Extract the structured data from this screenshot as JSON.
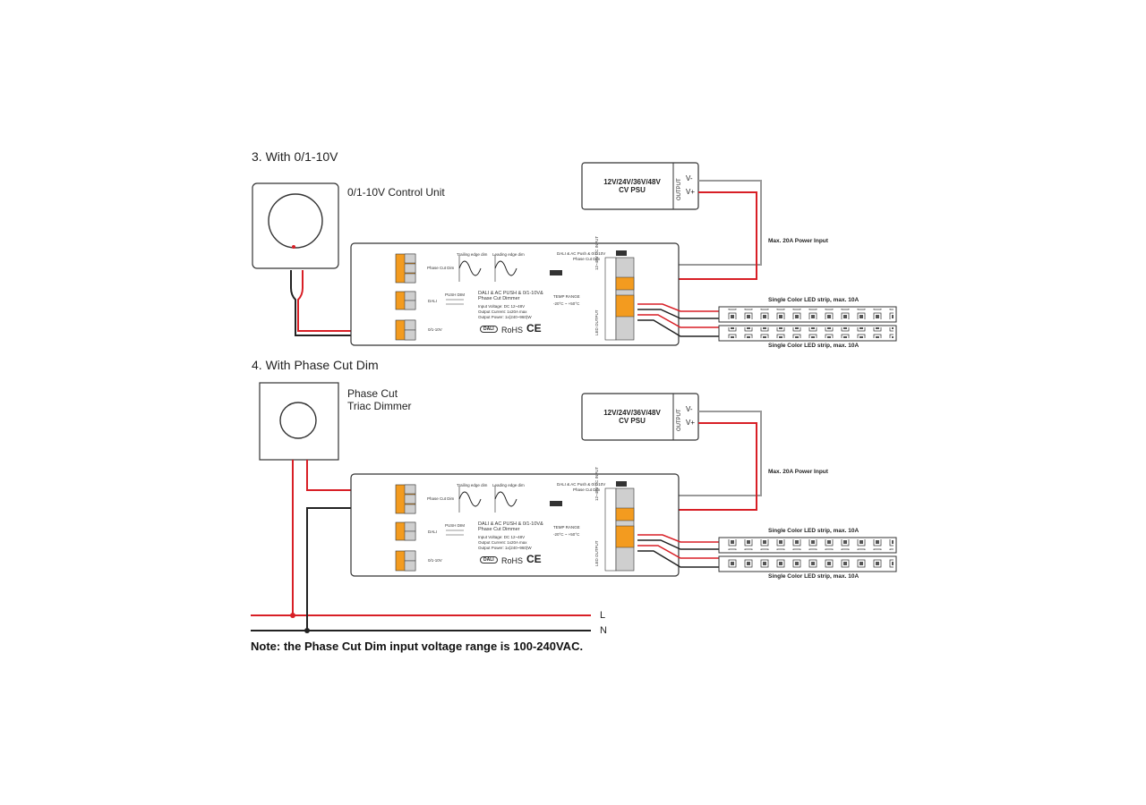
{
  "section1": {
    "title": "3. With 0/1-10V",
    "control_label": "0/1-10V Control Unit"
  },
  "section2": {
    "title": "4. With Phase Cut Dim",
    "dimmer_label_line1": "Phase Cut",
    "dimmer_label_line2": "Triac Dimmer"
  },
  "psu": {
    "line1": "12V/24V/36V/48V",
    "line2": "CV PSU",
    "output_label": "OUTPUT",
    "vminus": "V-",
    "vplus": "V+"
  },
  "power_input_label": "Max. 20A Power Input",
  "led_strip_label": "Single Color LED strip, max. 10A",
  "controller": {
    "trailing_edge": "Trailing edge dim",
    "leading_edge": "Leading edge dim",
    "phase_cut_dim": "Phase Cut Dim",
    "push_dim": "PUSH DIM",
    "dali": "DALI",
    "v010": "0/1-10V",
    "product_line1": "DALI & AC PUSH & 0/1-10V&",
    "product_line2": "Phase Cut Dimmer",
    "input_voltage": "Input Voltage: DC 12~48V",
    "output_current": "Output Current: 1x20A max",
    "output_power": "Output Power: 1x(240~960)W",
    "temp_label": "TEMP RANGE",
    "temp_value": "-20°C ~ +50°C",
    "top_right_line1": "DALI & AC Push & 0/1-10V",
    "top_right_line2": "Phase Cut Dim",
    "dali_badge": "DALI",
    "rohs": "RoHS",
    "ce": "CE",
    "power_input_side": "12~48V DC INPUT",
    "led_output_side": "LED OUTPUT"
  },
  "mains": {
    "l": "L",
    "n": "N"
  },
  "note": "Note: the Phase Cut Dim input voltage range is 100-240VAC.",
  "colors": {
    "red_wire": "#d81f26",
    "black_wire": "#222222",
    "gray_wire": "#9a9a9a",
    "terminal_orange": "#f39b1f",
    "terminal_gray": "#cfcfcf"
  }
}
